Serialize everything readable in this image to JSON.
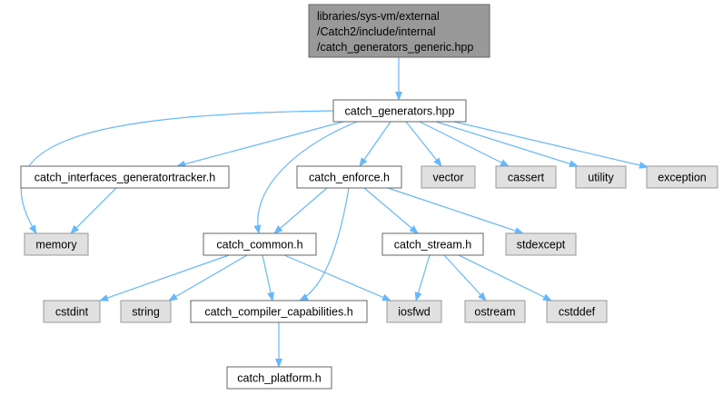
{
  "colors": {
    "edge": "#63b8ff",
    "root_fill": "#999999",
    "root_stroke": "#666666",
    "node_fill": "#ffffff",
    "node_stroke": "#666666",
    "external_fill": "#e0e0e0",
    "external_stroke": "#999999"
  },
  "nodes": [
    {
      "id": "root",
      "kind": "root",
      "lines": [
        "libraries/sys-vm/external",
        "/Catch2/include/internal",
        "/catch_generators_generic.hpp"
      ]
    },
    {
      "id": "catch_generators",
      "kind": "file",
      "lines": [
        "catch_generators.hpp"
      ]
    },
    {
      "id": "catch_interfaces_generatortracker",
      "kind": "file",
      "lines": [
        "catch_interfaces_generatortracker.h"
      ]
    },
    {
      "id": "catch_enforce",
      "kind": "file",
      "lines": [
        "catch_enforce.h"
      ]
    },
    {
      "id": "vector",
      "kind": "external",
      "lines": [
        "vector"
      ]
    },
    {
      "id": "cassert",
      "kind": "external",
      "lines": [
        "cassert"
      ]
    },
    {
      "id": "utility",
      "kind": "external",
      "lines": [
        "utility"
      ]
    },
    {
      "id": "exception",
      "kind": "external",
      "lines": [
        "exception"
      ]
    },
    {
      "id": "memory",
      "kind": "external",
      "lines": [
        "memory"
      ]
    },
    {
      "id": "catch_common",
      "kind": "file",
      "lines": [
        "catch_common.h"
      ]
    },
    {
      "id": "catch_stream",
      "kind": "file",
      "lines": [
        "catch_stream.h"
      ]
    },
    {
      "id": "stdexcept",
      "kind": "external",
      "lines": [
        "stdexcept"
      ]
    },
    {
      "id": "cstdint",
      "kind": "external",
      "lines": [
        "cstdint"
      ]
    },
    {
      "id": "string",
      "kind": "external",
      "lines": [
        "string"
      ]
    },
    {
      "id": "catch_compiler_capabilities",
      "kind": "file",
      "lines": [
        "catch_compiler_capabilities.h"
      ]
    },
    {
      "id": "iosfwd",
      "kind": "external",
      "lines": [
        "iosfwd"
      ]
    },
    {
      "id": "ostream",
      "kind": "external",
      "lines": [
        "ostream"
      ]
    },
    {
      "id": "cstddef",
      "kind": "external",
      "lines": [
        "cstddef"
      ]
    },
    {
      "id": "catch_platform",
      "kind": "file",
      "lines": [
        "catch_platform.h"
      ]
    }
  ],
  "edges": [
    {
      "from": "root",
      "to": "catch_generators"
    },
    {
      "from": "catch_generators",
      "to": "memory"
    },
    {
      "from": "catch_generators",
      "to": "catch_interfaces_generatortracker"
    },
    {
      "from": "catch_generators",
      "to": "catch_common"
    },
    {
      "from": "catch_generators",
      "to": "catch_enforce"
    },
    {
      "from": "catch_generators",
      "to": "vector"
    },
    {
      "from": "catch_generators",
      "to": "cassert"
    },
    {
      "from": "catch_generators",
      "to": "utility"
    },
    {
      "from": "catch_generators",
      "to": "exception"
    },
    {
      "from": "catch_interfaces_generatortracker",
      "to": "memory"
    },
    {
      "from": "catch_enforce",
      "to": "catch_common"
    },
    {
      "from": "catch_enforce",
      "to": "catch_compiler_capabilities"
    },
    {
      "from": "catch_enforce",
      "to": "catch_stream"
    },
    {
      "from": "catch_enforce",
      "to": "stdexcept"
    },
    {
      "from": "catch_common",
      "to": "cstdint"
    },
    {
      "from": "catch_common",
      "to": "string"
    },
    {
      "from": "catch_common",
      "to": "catch_compiler_capabilities"
    },
    {
      "from": "catch_common",
      "to": "iosfwd"
    },
    {
      "from": "catch_stream",
      "to": "iosfwd"
    },
    {
      "from": "catch_stream",
      "to": "ostream"
    },
    {
      "from": "catch_stream",
      "to": "cstddef"
    },
    {
      "from": "catch_compiler_capabilities",
      "to": "catch_platform"
    }
  ]
}
